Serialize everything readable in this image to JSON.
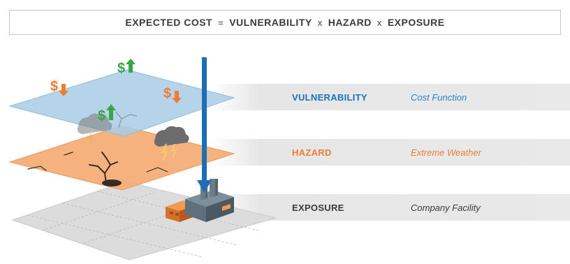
{
  "formula": {
    "lhs": "EXPECTED COST",
    "eq": "=",
    "term1": "VULNERABILITY",
    "op1": "x",
    "term2": "HAZARD",
    "op2": "x",
    "term3": "EXPOSURE"
  },
  "layers": [
    {
      "term": "VULNERABILITY",
      "description": "Cost Function",
      "color": "#1a73b8"
    },
    {
      "term": "HAZARD",
      "description": "Extreme Weather",
      "color": "#ef7d31"
    },
    {
      "term": "EXPOSURE",
      "description": "Company Facility",
      "color": "#3b3b3b"
    }
  ],
  "icons": {
    "dollar_up": "dollar-up-icon",
    "dollar_down": "dollar-down-icon",
    "cloud": "storm-cloud-icon",
    "crack": "ground-crack-icon",
    "factory": "factory-icon"
  },
  "colors": {
    "vulnerability_layer": "#a8cde6",
    "hazard_layer": "#f4b47e",
    "exposure_layer": "#dedede",
    "arrow": "#1d6fb5",
    "money_up": "#3aa547",
    "money_down": "#ef7d31"
  },
  "money_symbol": "$"
}
